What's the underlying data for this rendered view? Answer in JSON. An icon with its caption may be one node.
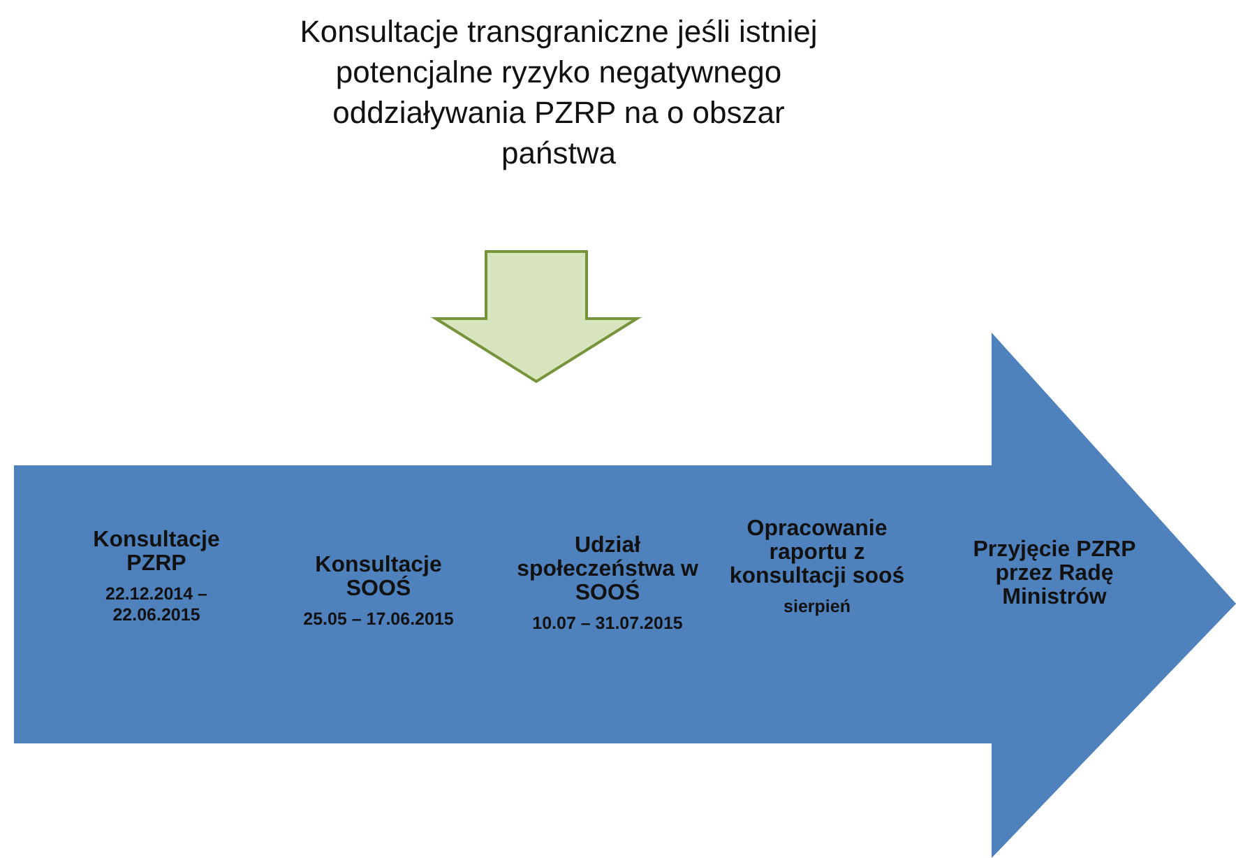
{
  "diagram": {
    "nodes": [
      {
        "text": [
          "Konsultacje transgraniczne jeśli istniej potencjalne ryzyko negatywnego oddziaływania PZRP na o obszar państwa"
        ]
      },
      {
        "text": [],
        "shape": "arrow"
      },
      {
        "text": [
          "Konsultacje PZRP",
          "22.12.2014 – 22.06.2015"
        ],
        "in": 1
      },
      {
        "text": [
          "Konsultacje SOOŚ",
          "25.05 – 17.06.2015"
        ],
        "in": 1
      },
      {
        "text": [
          "Udział społeczeństwa w SOOŚ",
          "10.07 – 31.07.2015"
        ],
        "in": 1
      },
      {
        "text": [
          "Opracowanie raportu z konsultacji sooś",
          "sierpień"
        ],
        "in": 1
      },
      {
        "text": [
          "Przyjęcie PZRP przez Radę Ministrów"
        ],
        "in": 1
      }
    ],
    "edges": [
      {
        "from": 0,
        "to": 1,
        "arrow": "to"
      }
    ]
  }
}
